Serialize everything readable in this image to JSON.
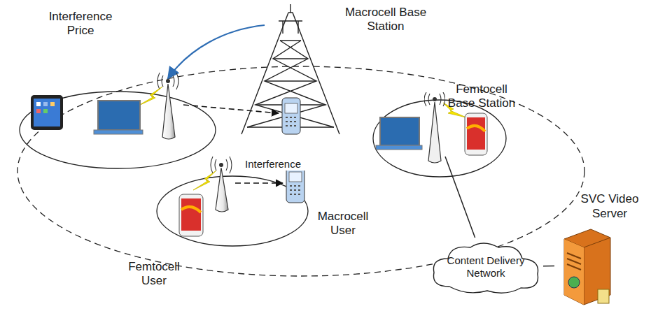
{
  "diagram": {
    "nodes": [
      {
        "text": [
          "Femtocell Base Station"
        ]
      },
      {
        "text": [
          "Content Delivery Network"
        ]
      },
      {
        "text": [
          "SVC Video Server"
        ]
      }
    ],
    "edges": [
      {
        "from": 0,
        "to": 1,
        "arrow": "none"
      },
      {
        "from": 1,
        "to": 2,
        "arrow": "none"
      }
    ],
    "labels": [
      "Interference Price",
      "Macrocell Base Station",
      "Interference",
      "Macrocell User",
      "Femtocell User"
    ]
  }
}
